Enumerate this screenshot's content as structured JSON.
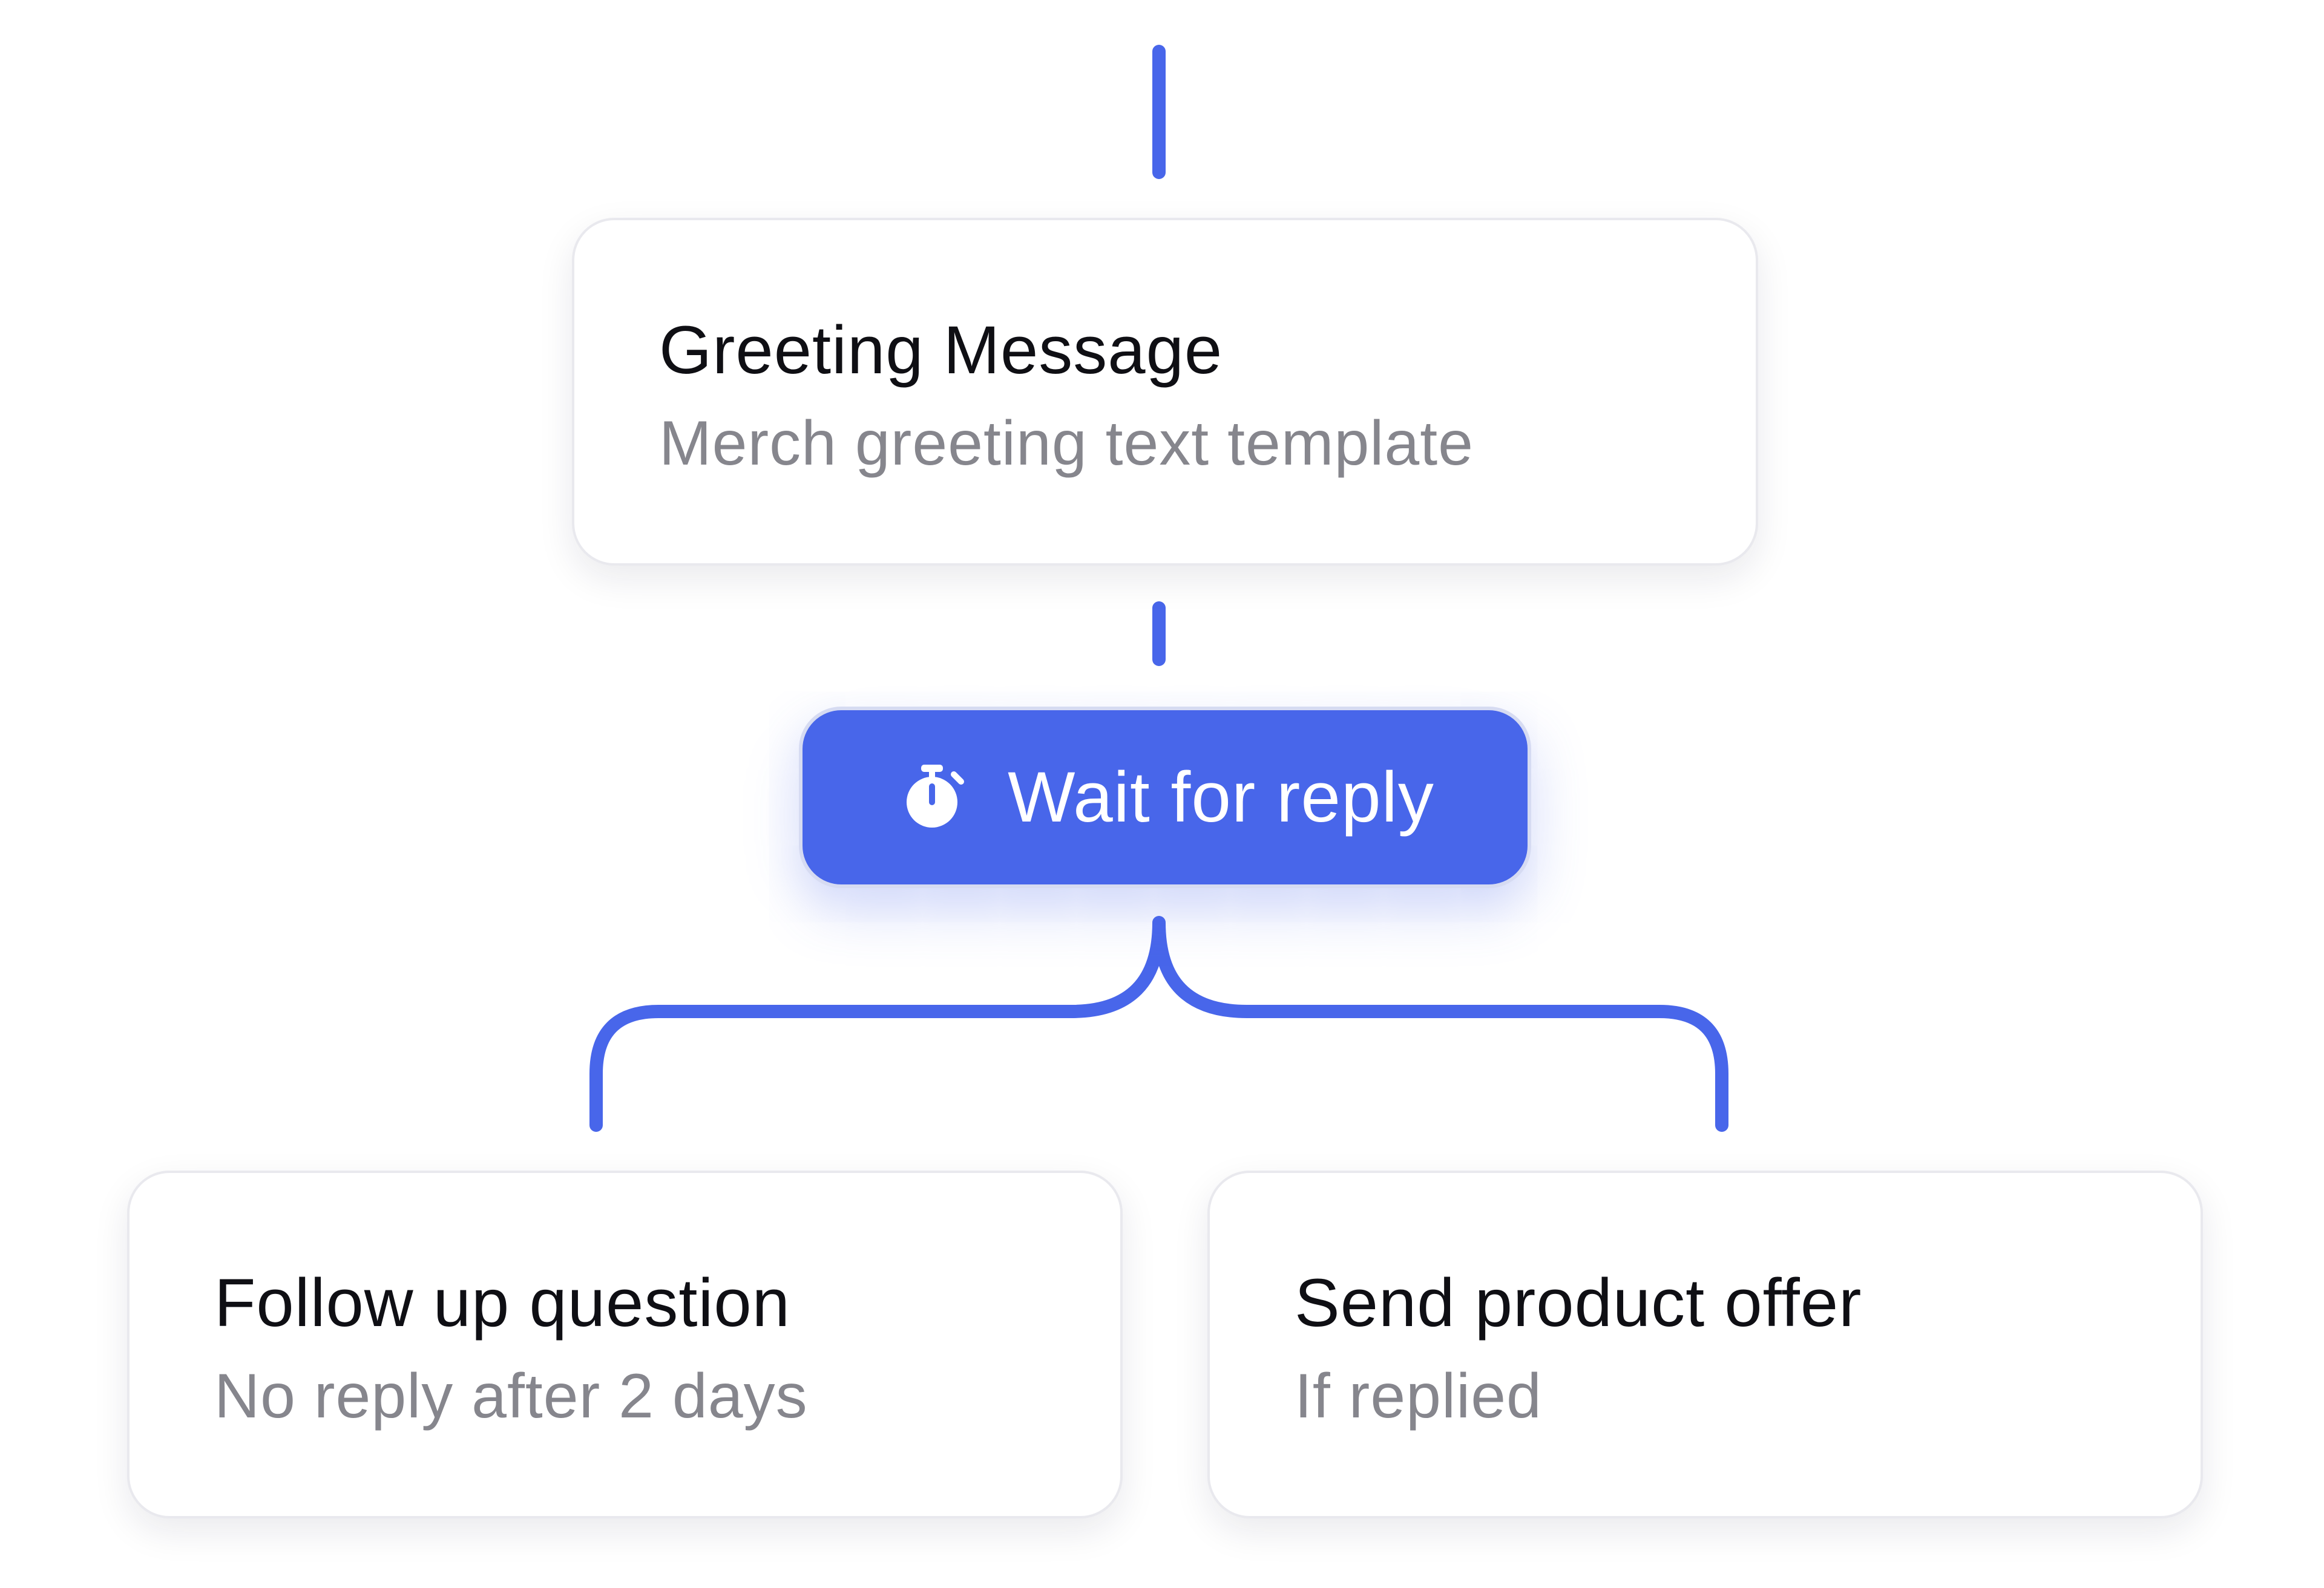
{
  "colors": {
    "accent": "#4866EA",
    "connector": "#4866EA",
    "title_text": "#0F0F14",
    "subtitle_text": "#86868D",
    "card_border": "#E9E9EE",
    "background": "#FFFFFF"
  },
  "nodes": {
    "greeting": {
      "title": "Greeting Message",
      "subtitle": "Merch greeting text template"
    },
    "wait": {
      "label": "Wait for reply",
      "icon": "stopwatch-icon"
    },
    "follow_up": {
      "title": "Follow up question",
      "subtitle": "No reply after 2 days"
    },
    "product_offer": {
      "title": "Send product offer",
      "subtitle": "If replied"
    }
  }
}
